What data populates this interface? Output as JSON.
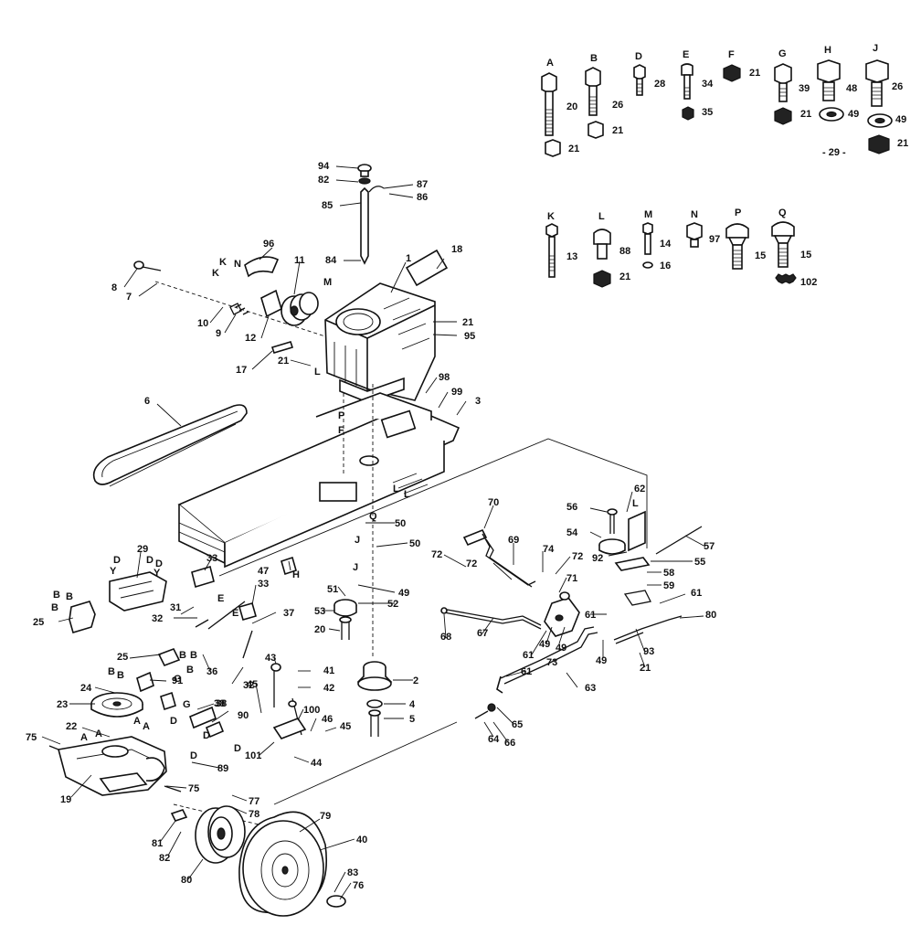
{
  "hardware_key": {
    "row1": [
      {
        "letter": "A",
        "part": "20",
        "nut": "21"
      },
      {
        "letter": "B",
        "part": "26",
        "nut": "21"
      },
      {
        "letter": "D",
        "part": "28"
      },
      {
        "letter": "E",
        "part": "34",
        "nut": "35"
      },
      {
        "letter": "F",
        "part": "21"
      },
      {
        "letter": "G",
        "part": "39",
        "nut": "21"
      },
      {
        "letter": "H",
        "part": "48",
        "washer": "49"
      },
      {
        "letter": "J",
        "part": "26",
        "washer": "49",
        "nut": "21"
      }
    ],
    "row1_extra": "- 29 -",
    "row2": [
      {
        "letter": "K",
        "part": "13"
      },
      {
        "letter": "L",
        "part": "88",
        "nut": "21"
      },
      {
        "letter": "M",
        "part": "14",
        "washer": "16"
      },
      {
        "letter": "N",
        "part": "97"
      },
      {
        "letter": "P",
        "part": "15"
      },
      {
        "letter": "Q",
        "part": "15",
        "washer": "102"
      }
    ]
  },
  "callouts": [
    {
      "id": "c94",
      "text": "94"
    },
    {
      "id": "c82a",
      "text": "82"
    },
    {
      "id": "c85",
      "text": "85"
    },
    {
      "id": "c87",
      "text": "87"
    },
    {
      "id": "c86",
      "text": "86"
    },
    {
      "id": "c84",
      "text": "84"
    },
    {
      "id": "c18",
      "text": "18"
    },
    {
      "id": "c1",
      "text": "1"
    },
    {
      "id": "c96",
      "text": "96"
    },
    {
      "id": "c11",
      "text": "11"
    },
    {
      "id": "c8",
      "text": "8"
    },
    {
      "id": "c7",
      "text": "7"
    },
    {
      "id": "c10",
      "text": "10"
    },
    {
      "id": "c9",
      "text": "9"
    },
    {
      "id": "c12",
      "text": "12"
    },
    {
      "id": "c17",
      "text": "17"
    },
    {
      "id": "c21a",
      "text": "21"
    },
    {
      "id": "c21b",
      "text": "21"
    },
    {
      "id": "c95",
      "text": "95"
    },
    {
      "id": "c98",
      "text": "98"
    },
    {
      "id": "c99",
      "text": "99"
    },
    {
      "id": "c3",
      "text": "3"
    },
    {
      "id": "c6",
      "text": "6"
    },
    {
      "id": "c50a",
      "text": "50"
    },
    {
      "id": "c50b",
      "text": "50"
    },
    {
      "id": "c70",
      "text": "70"
    },
    {
      "id": "c72a",
      "text": "72"
    },
    {
      "id": "c69",
      "text": "69"
    },
    {
      "id": "c74",
      "text": "74"
    },
    {
      "id": "c72b",
      "text": "72"
    },
    {
      "id": "c72c",
      "text": "72"
    },
    {
      "id": "c71",
      "text": "71"
    },
    {
      "id": "c62",
      "text": "62"
    },
    {
      "id": "c56",
      "text": "56"
    },
    {
      "id": "c54",
      "text": "54"
    },
    {
      "id": "c92",
      "text": "92"
    },
    {
      "id": "c55",
      "text": "55"
    },
    {
      "id": "c57",
      "text": "57"
    },
    {
      "id": "c58",
      "text": "58"
    },
    {
      "id": "c59",
      "text": "59"
    },
    {
      "id": "c61a",
      "text": "61"
    },
    {
      "id": "c80a",
      "text": "80"
    },
    {
      "id": "c68",
      "text": "68"
    },
    {
      "id": "c67",
      "text": "67"
    },
    {
      "id": "c61b",
      "text": "61"
    },
    {
      "id": "c49a",
      "text": "49"
    },
    {
      "id": "c49b",
      "text": "49"
    },
    {
      "id": "c73",
      "text": "73"
    },
    {
      "id": "c49c",
      "text": "49"
    },
    {
      "id": "c93",
      "text": "93"
    },
    {
      "id": "c21c",
      "text": "21"
    },
    {
      "id": "c61c",
      "text": "61"
    },
    {
      "id": "c61d",
      "text": "61"
    },
    {
      "id": "c63",
      "text": "63"
    },
    {
      "id": "c29",
      "text": "29"
    },
    {
      "id": "c33a",
      "text": "33"
    },
    {
      "id": "c47",
      "text": "47"
    },
    {
      "id": "c33b",
      "text": "33"
    },
    {
      "id": "c51",
      "text": "51"
    },
    {
      "id": "c49d",
      "text": "49"
    },
    {
      "id": "c52",
      "text": "52"
    },
    {
      "id": "c53",
      "text": "53"
    },
    {
      "id": "c25a",
      "text": "25"
    },
    {
      "id": "c31",
      "text": "31"
    },
    {
      "id": "c32a",
      "text": "32"
    },
    {
      "id": "c37",
      "text": "37"
    },
    {
      "id": "c20",
      "text": "20"
    },
    {
      "id": "c36",
      "text": "36"
    },
    {
      "id": "c32b",
      "text": "32"
    },
    {
      "id": "c25b",
      "text": "25"
    },
    {
      "id": "c91",
      "text": "91"
    },
    {
      "id": "c24",
      "text": "24"
    },
    {
      "id": "c38a",
      "text": "38"
    },
    {
      "id": "c23",
      "text": "23"
    },
    {
      "id": "c43",
      "text": "43"
    },
    {
      "id": "c41",
      "text": "41"
    },
    {
      "id": "c42",
      "text": "42"
    },
    {
      "id": "c2",
      "text": "2"
    },
    {
      "id": "c45a",
      "text": "45"
    },
    {
      "id": "c38b",
      "text": "38"
    },
    {
      "id": "c90",
      "text": "90"
    },
    {
      "id": "c100",
      "text": "100"
    },
    {
      "id": "c46",
      "text": "46"
    },
    {
      "id": "c45b",
      "text": "45"
    },
    {
      "id": "c4",
      "text": "4"
    },
    {
      "id": "c5",
      "text": "5"
    },
    {
      "id": "c22",
      "text": "22"
    },
    {
      "id": "c75a",
      "text": "75"
    },
    {
      "id": "c101",
      "text": "101"
    },
    {
      "id": "c44",
      "text": "44"
    },
    {
      "id": "c89",
      "text": "89"
    },
    {
      "id": "c19",
      "text": "19"
    },
    {
      "id": "c75b",
      "text": "75"
    },
    {
      "id": "c65",
      "text": "65"
    },
    {
      "id": "c64",
      "text": "64"
    },
    {
      "id": "c66",
      "text": "66"
    },
    {
      "id": "c77",
      "text": "77"
    },
    {
      "id": "c78",
      "text": "78"
    },
    {
      "id": "c79",
      "text": "79"
    },
    {
      "id": "c40",
      "text": "40"
    },
    {
      "id": "c81",
      "text": "81"
    },
    {
      "id": "c82b",
      "text": "82"
    },
    {
      "id": "c80b",
      "text": "80"
    },
    {
      "id": "c83",
      "text": "83"
    },
    {
      "id": "c76",
      "text": "76"
    }
  ],
  "letter_marks": [
    {
      "id": "lK1",
      "text": "K"
    },
    {
      "id": "lN",
      "text": "N"
    },
    {
      "id": "lK2",
      "text": "K"
    },
    {
      "id": "lM",
      "text": "M"
    },
    {
      "id": "lL1",
      "text": "L"
    },
    {
      "id": "lP",
      "text": "P"
    },
    {
      "id": "lF",
      "text": "F"
    },
    {
      "id": "lL2",
      "text": "L"
    },
    {
      "id": "lL3",
      "text": "L"
    },
    {
      "id": "lQ",
      "text": "Q"
    },
    {
      "id": "lJ1",
      "text": "J"
    },
    {
      "id": "lJ2",
      "text": "J"
    },
    {
      "id": "lH",
      "text": "H"
    },
    {
      "id": "lL4",
      "text": "L"
    },
    {
      "id": "lD1",
      "text": "D"
    },
    {
      "id": "lY1",
      "text": "Y"
    },
    {
      "id": "lD2",
      "text": "D"
    },
    {
      "id": "lD3",
      "text": "D"
    },
    {
      "id": "lY2",
      "text": "Y"
    },
    {
      "id": "lB1",
      "text": "B"
    },
    {
      "id": "lB2",
      "text": "B"
    },
    {
      "id": "lB3",
      "text": "B"
    },
    {
      "id": "lE1",
      "text": "E"
    },
    {
      "id": "lE2",
      "text": "E"
    },
    {
      "id": "lB4",
      "text": "B"
    },
    {
      "id": "lB5",
      "text": "B"
    },
    {
      "id": "lB6",
      "text": "B"
    },
    {
      "id": "lB7",
      "text": "B"
    },
    {
      "id": "lB8",
      "text": "B"
    },
    {
      "id": "lD4",
      "text": "D"
    },
    {
      "id": "lG",
      "text": "G"
    },
    {
      "id": "lA1",
      "text": "A"
    },
    {
      "id": "lA2",
      "text": "A"
    },
    {
      "id": "lA3",
      "text": "A"
    },
    {
      "id": "lA4",
      "text": "A"
    },
    {
      "id": "lD5",
      "text": "D"
    },
    {
      "id": "lD6",
      "text": "D"
    },
    {
      "id": "lD7",
      "text": "D"
    },
    {
      "id": "lG2",
      "text": "G"
    }
  ]
}
